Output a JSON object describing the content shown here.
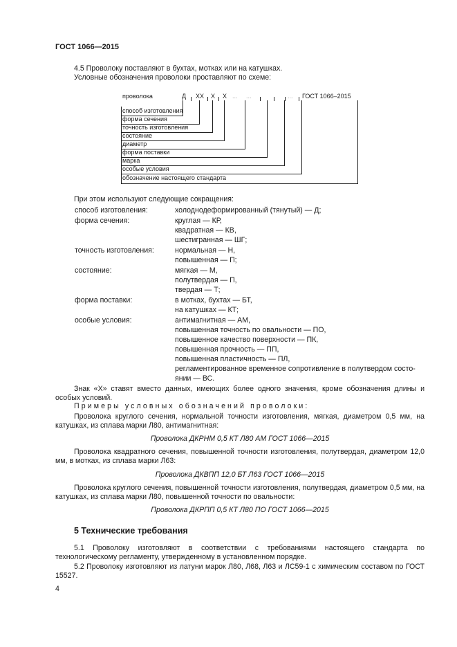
{
  "header": {
    "doc_code": "ГОСТ 1066—2015"
  },
  "intro": {
    "line1": "4.5 Проволоку поставляют в бухтах, мотках или на катушках.",
    "line2": "Условные обозначения проволоки проставляют по схеме:"
  },
  "scheme": {
    "word": "проволока",
    "codes": [
      "Д",
      "XX",
      "X",
      "X",
      "...",
      "...",
      "..."
    ],
    "standard": "ГОСТ 1066–2015",
    "rows": [
      "способ изготовления",
      "форма сечения",
      "точность изготовления",
      "состояние",
      "диаметр",
      "форма поставки",
      "марка",
      "особые условия",
      "обозначение настоящего стандарта"
    ]
  },
  "abbrev": {
    "intro": "При этом используют следующие сокращения:",
    "groups": [
      {
        "label": "способ изготовления:",
        "values": [
          "холоднодеформированный (тянутый) — Д;"
        ]
      },
      {
        "label": "форма сечения:",
        "values": [
          "круглая — КР,",
          "квадратная — КВ,",
          "шестигранная — ШГ;"
        ]
      },
      {
        "label": "точность изготовления:",
        "values": [
          "нормальная — Н,",
          "повышенная — П;"
        ]
      },
      {
        "label": "состояние:",
        "values": [
          "мягкая — М,",
          "полутвердая — П,",
          "твердая — Т;"
        ]
      },
      {
        "label": "форма поставки:",
        "values": [
          "в мотках, бухтах — БТ,",
          "на катушках — КТ;"
        ]
      },
      {
        "label": "особые условия:",
        "values": [
          "антимагнитная — АМ,",
          "повышенная точность по овальности — ПО,",
          "повышенное качество поверхности — ПК,",
          "повышенная прочность — ПП,",
          "повышенная пластичность — ПЛ,",
          "регламентированное временное сопротивление в полутвердом состо-",
          "янии — ВС."
        ]
      }
    ]
  },
  "note": "Знак «Х» ставят вместо данных, имеющих более одного значения, кроме обозначения длины и особых условий.",
  "examples_heading": "Примеры условных обозначений проволоки:",
  "examples": [
    {
      "text": "Проволока круглого сечения, нормальной точности изготовления, мягкая, диаметром 0,5 мм, на катушках, из сплава марки Л80, антимагнитная:",
      "designation": "Проволока ДКРНМ 0,5 КТ Л80 АМ ГОСТ 1066—2015"
    },
    {
      "text": "Проволока квадратного сечения, повышенной точности изготовления, полутвердая, диаметром 12,0 мм, в мотках, из сплава марки Л63:",
      "designation": "Проволока ДКВПП 12,0 БТ Л63 ГОСТ 1066—2015"
    },
    {
      "text": "Проволока круглого сечения, повышенной точности изготовления, полутвердая, диаметром 0,5 мм, на катушках, из сплава марки Л80, повышенной точности по овальности:",
      "designation": "Проволока ДКРПП 0,5 КТ Л80 ПО ГОСТ 1066—2015"
    }
  ],
  "section5": {
    "title": "5 Технические требования",
    "p1": "5.1 Проволоку изготовляют в соответствии с требованиями настоящего стандарта по технологическому регламенту, утвержденному в установленном порядке.",
    "p2": "5.2 Проволоку изготовляют из латуни марок Л80, Л68, Л63 и ЛС59-1 с химическим составом по ГОСТ 15527."
  },
  "page_number": "4"
}
